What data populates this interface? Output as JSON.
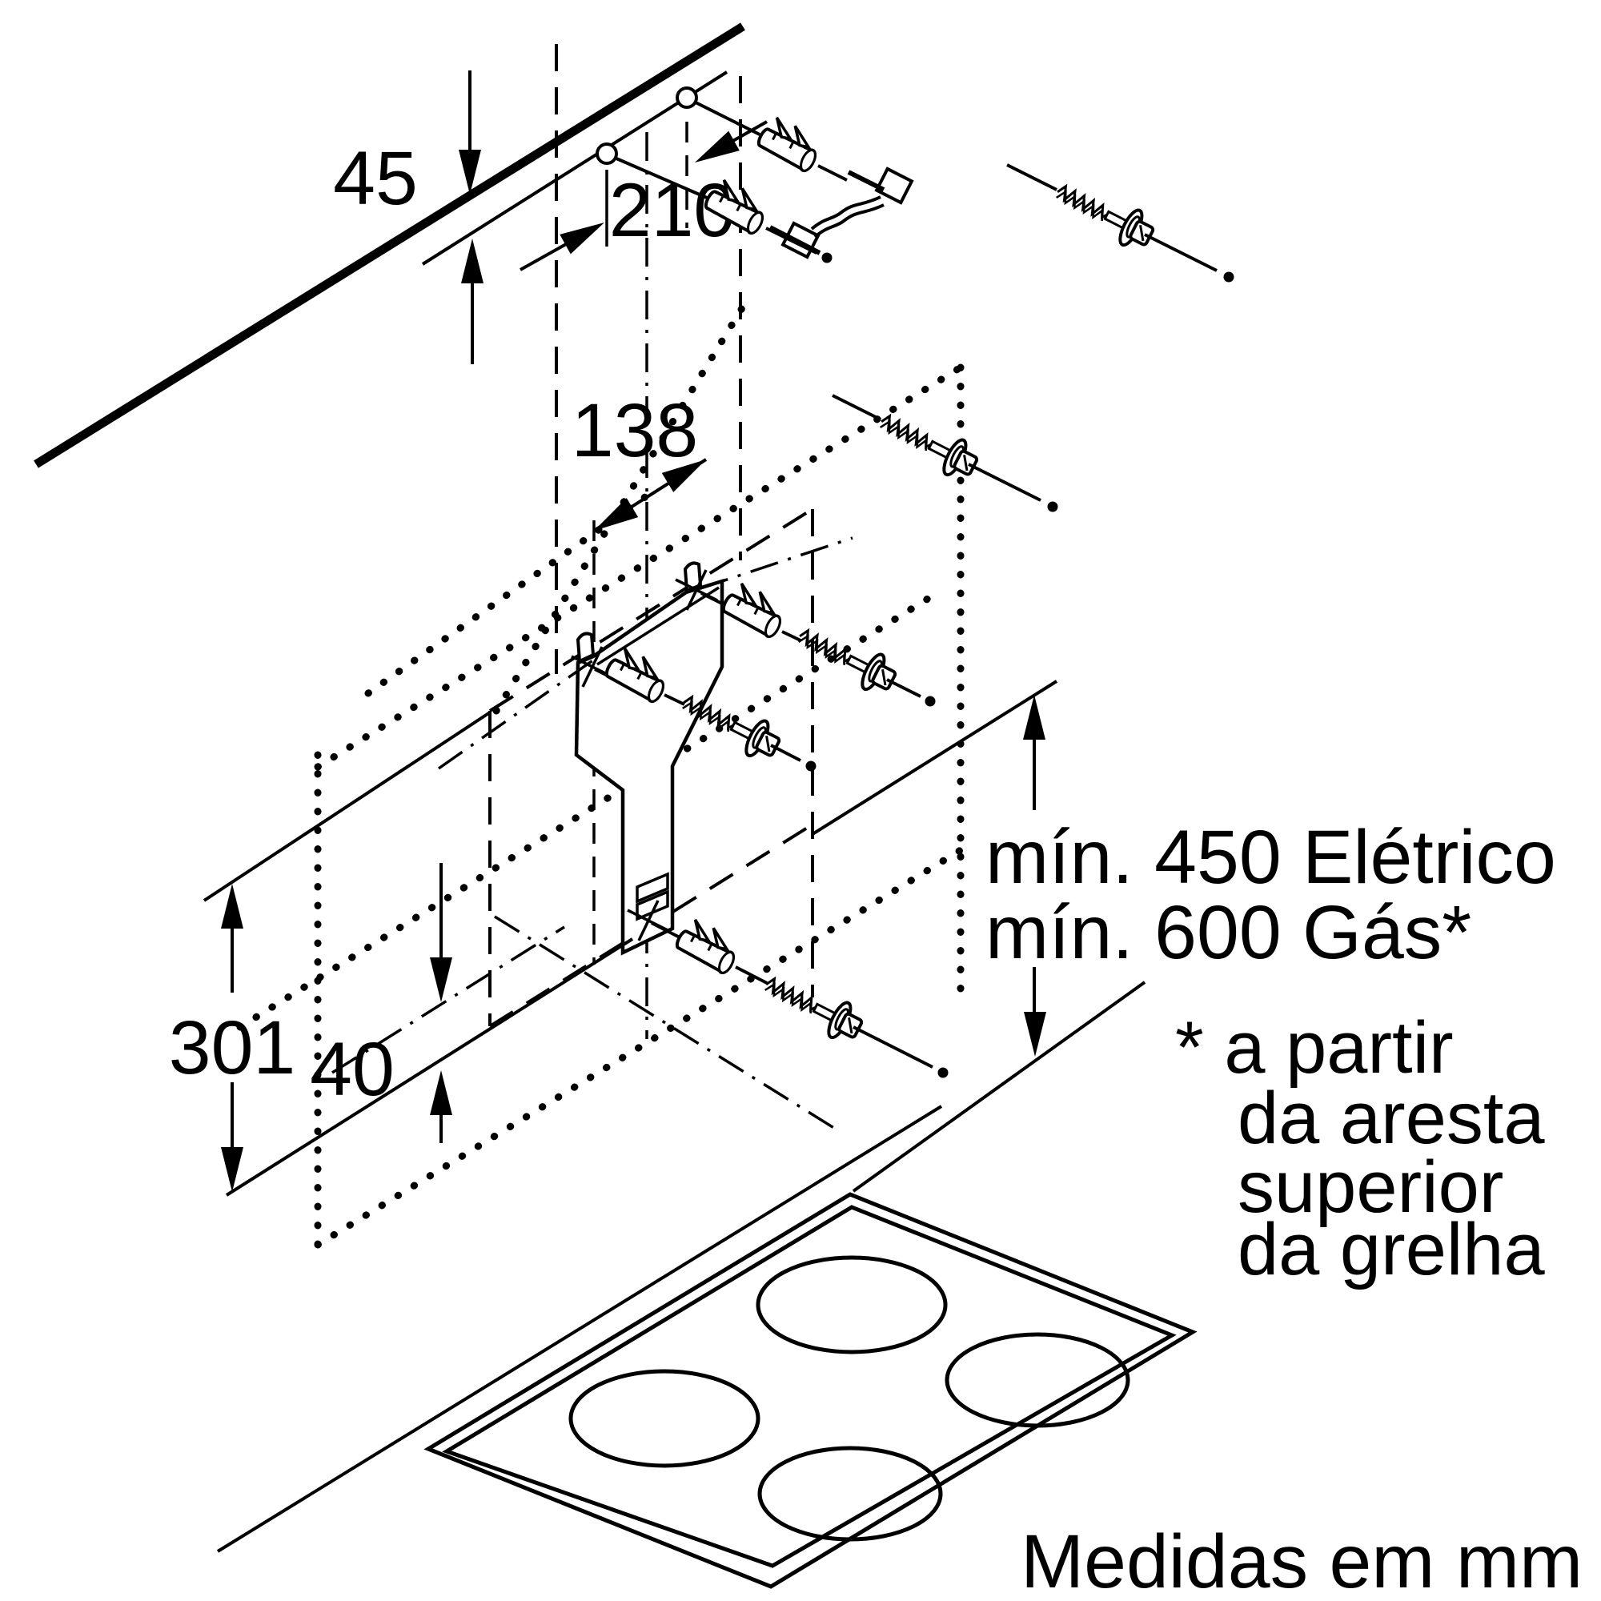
{
  "diagram": {
    "kind": "cooker-hood wall installation drawing",
    "ink_color": "#000000",
    "background_color": "#ffffff",
    "dimensions": {
      "ceiling_gap": "45",
      "top_hole_spacing": "210",
      "bracket_hole_spacing": "138",
      "lower_section_height": "301",
      "bracket_gap": "40"
    },
    "clearance": {
      "electric": "mín. 450 Elétrico",
      "gas": "mín. 600 Gás*"
    },
    "footnote": {
      "l1": "* a partir",
      "l2": "da aresta",
      "l3": "superior",
      "l4": "da grelha"
    },
    "units_note": "Medidas em mm"
  }
}
